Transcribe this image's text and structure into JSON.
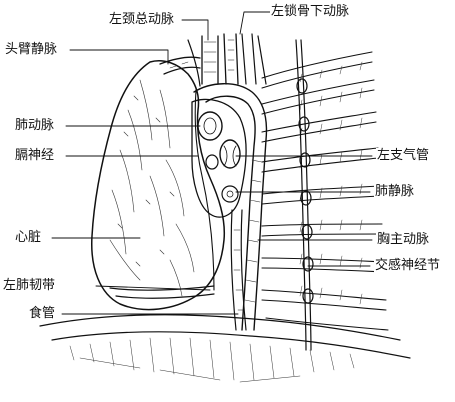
{
  "labels": {
    "left_common_carotid": "左颈总动脉",
    "left_subclavian": "左锁骨下动脉",
    "brachiocephalic_vein": "头臂静脉",
    "pulmonary_artery": "肺动脉",
    "phrenic_nerve": "膈神经",
    "left_bronchus": "左支气管",
    "pulmonary_vein": "肺静脉",
    "heart": "心脏",
    "thoracic_aorta": "胸主动脉",
    "sympathetic_trunk": "交感神经节",
    "left_pulmonary_ligament": "左肺韧带",
    "esophagus": "食管"
  },
  "colors": {
    "ink": "#111111",
    "paper": "#ffffff"
  }
}
